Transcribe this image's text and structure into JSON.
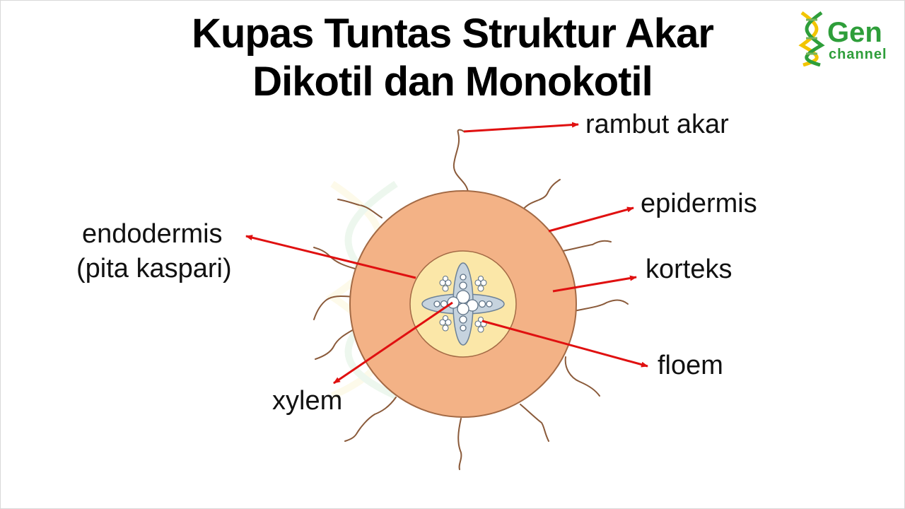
{
  "title": {
    "line1": "Kupas Tuntas Struktur Akar",
    "line2": "Dikotil dan Monokotil"
  },
  "logo": {
    "name": "Gen",
    "sub": "channel",
    "icon": "dna-icon",
    "color": "#2e9e3a",
    "accent": "#f2c500"
  },
  "labels": {
    "rambut_akar": "rambut akar",
    "epidermis": "epidermis",
    "korteks": "korteks",
    "floem": "floem",
    "xylem": "xylem",
    "endodermis": "endodermis",
    "pita_kaspari": "(pita kaspari)"
  },
  "colors": {
    "cortex": "#f3b286",
    "outline": "#a36a45",
    "stele": "#fbe7a8",
    "vascular": "#c6d3de",
    "arrow": "#e01010"
  }
}
